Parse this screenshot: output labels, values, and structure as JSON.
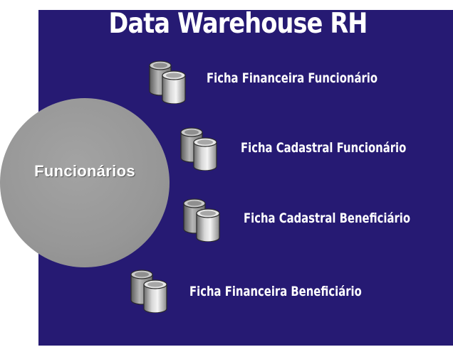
{
  "title": "Data Warehouse RH",
  "center": {
    "label": "Funcionários"
  },
  "items": [
    {
      "label": "Ficha Financeira Funcionário",
      "icon": "database-icon"
    },
    {
      "label": "Ficha Cadastral Funcionário",
      "icon": "database-icon"
    },
    {
      "label": "Ficha Cadastral Beneficiário",
      "icon": "database-icon"
    },
    {
      "label": "Ficha Financeira Beneficiário",
      "icon": "database-icon"
    }
  ],
  "colors": {
    "panel": "#261a73",
    "circle": "#979797",
    "text": "#ffffff"
  }
}
